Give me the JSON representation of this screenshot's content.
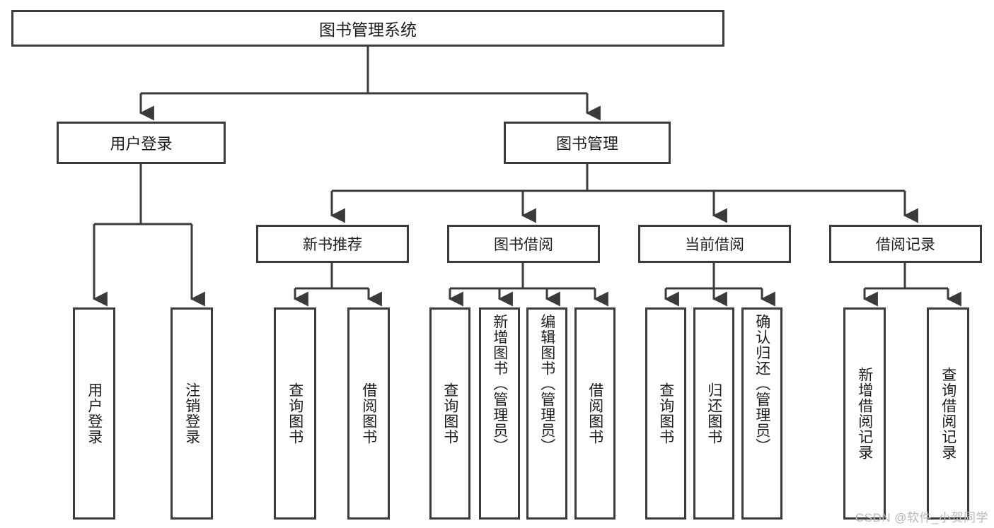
{
  "diagram": {
    "type": "tree",
    "title": "图书管理系统",
    "root": {
      "label": "图书管理系统"
    },
    "level1": [
      {
        "label": "用户登录"
      },
      {
        "label": "图书管理"
      }
    ],
    "level2": [
      {
        "label": "新书推荐"
      },
      {
        "label": "图书借阅"
      },
      {
        "label": "当前借阅"
      },
      {
        "label": "借阅记录"
      }
    ],
    "leaves": {
      "user_login": [
        {
          "label": "用户登录"
        },
        {
          "label": "注销登录"
        }
      ],
      "new_book_recommend": [
        {
          "label": "查询图书"
        },
        {
          "label": "借阅图书"
        }
      ],
      "book_borrow": [
        {
          "label": "查询图书"
        },
        {
          "label": "新增图书（管理员）"
        },
        {
          "label": "编辑图书（管理员）"
        },
        {
          "label": "借阅图书"
        }
      ],
      "current_borrow": [
        {
          "label": "查询图书"
        },
        {
          "label": "归还图书"
        },
        {
          "label": "确认归还（管理员）"
        }
      ],
      "borrow_records": [
        {
          "label": "新增借阅记录"
        },
        {
          "label": "查询借阅记录"
        }
      ]
    }
  },
  "watermark": {
    "text": "CSDN @软件_小贺同学"
  },
  "colors": {
    "border": "#3b3b3b",
    "background": "#ffffff",
    "text": "#1d1d1d",
    "watermark": "#b9b9b9"
  }
}
